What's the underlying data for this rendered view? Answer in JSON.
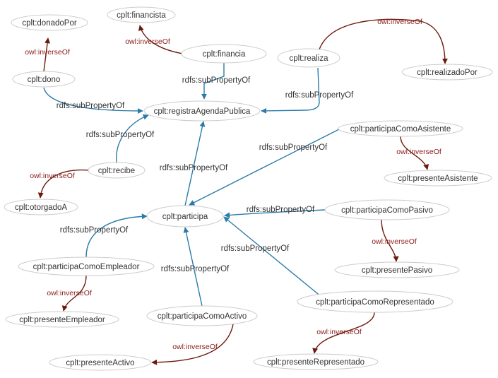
{
  "colors": {
    "subproperty_edge": "#2b7ba8",
    "inverse_edge": "#6b1a0c",
    "subproperty_label": "#333333",
    "inverse_label": "#8b1a1a",
    "node_border": "#cccccc",
    "node_text": "#333333"
  },
  "nodes": {
    "donadoPor": "cplt:donadoPor",
    "financista": "cplt:financista",
    "dono": "cplt:dono",
    "financia": "cplt:financia",
    "realiza": "cplt:realiza",
    "realizadoPor": "cplt:realizadoPor",
    "registraAgendaPublica": "cplt:registraAgendaPublica",
    "participaComoAsistente": "cplt:participaComoAsistente",
    "presenteAsistente": "cplt:presenteAsistente",
    "recibe": "cplt:recibe",
    "otorgadoA": "cplt:otorgadoA",
    "participa": "cplt:participa",
    "participaComoPasivo": "cplt:participaComoPasivo",
    "participaComoEmpleador": "cplt:participaComoEmpleador",
    "presentePasivo": "cplt:presentePasivo",
    "presenteEmpleador": "cplt:presenteEmpleador",
    "participaComoRepresentado": "cplt:participaComoRepresentado",
    "participaComoActivo": "cplt:participaComoActivo",
    "presenteActivo": "cplt:presenteActivo",
    "presenteRepresentado": "cplt:presenteRepresentado"
  },
  "edge_types": {
    "subproperty": "rdfs:subPropertyOf",
    "inverse": "owl:inverseOf"
  },
  "edges": [
    {
      "from": "dono",
      "to": "donadoPor",
      "type": "inverse"
    },
    {
      "from": "financia",
      "to": "financista",
      "type": "inverse"
    },
    {
      "from": "realiza",
      "to": "realizadoPor",
      "type": "inverse"
    },
    {
      "from": "dono",
      "to": "registraAgendaPublica",
      "type": "subproperty"
    },
    {
      "from": "financia",
      "to": "registraAgendaPublica",
      "type": "subproperty"
    },
    {
      "from": "realiza",
      "to": "registraAgendaPublica",
      "type": "subproperty"
    },
    {
      "from": "recibe",
      "to": "registraAgendaPublica",
      "type": "subproperty"
    },
    {
      "from": "participa",
      "to": "registraAgendaPublica",
      "type": "subproperty"
    },
    {
      "from": "recibe",
      "to": "otorgadoA",
      "type": "inverse"
    },
    {
      "from": "participaComoAsistente",
      "to": "participa",
      "type": "subproperty"
    },
    {
      "from": "participaComoAsistente",
      "to": "presenteAsistente",
      "type": "inverse"
    },
    {
      "from": "participaComoPasivo",
      "to": "participa",
      "type": "subproperty"
    },
    {
      "from": "participaComoPasivo",
      "to": "presentePasivo",
      "type": "inverse"
    },
    {
      "from": "participaComoEmpleador",
      "to": "participa",
      "type": "subproperty"
    },
    {
      "from": "participaComoEmpleador",
      "to": "presenteEmpleador",
      "type": "inverse"
    },
    {
      "from": "participaComoActivo",
      "to": "participa",
      "type": "subproperty"
    },
    {
      "from": "participaComoActivo",
      "to": "presenteActivo",
      "type": "inverse"
    },
    {
      "from": "participaComoRepresentado",
      "to": "participa",
      "type": "subproperty"
    },
    {
      "from": "participaComoRepresentado",
      "to": "presenteRepresentado",
      "type": "inverse"
    }
  ]
}
